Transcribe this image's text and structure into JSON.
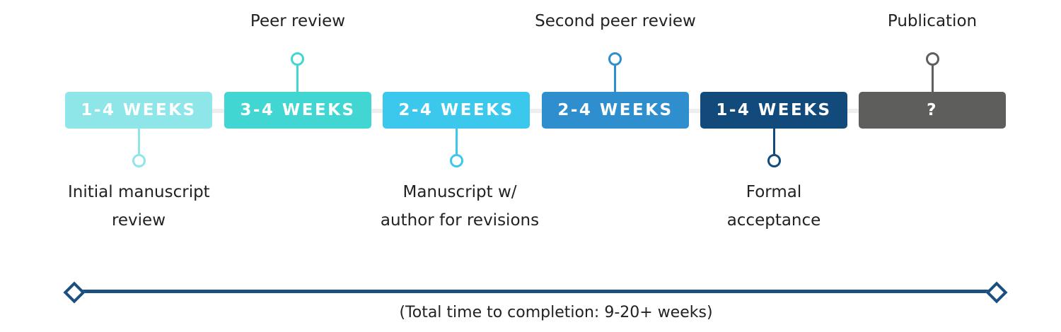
{
  "stages": [
    {
      "duration": "1-4 WEEKS",
      "label": [
        "Initial manuscript",
        "review"
      ],
      "position": "below",
      "color": "#8ee6e9"
    },
    {
      "duration": "3-4 WEEKS",
      "label": [
        "Peer review"
      ],
      "position": "above",
      "color": "#41d6d2"
    },
    {
      "duration": "2-4 WEEKS",
      "label": [
        "Manuscript w/",
        "author for revisions"
      ],
      "position": "below",
      "color": "#3cc8ec"
    },
    {
      "duration": "2-4 WEEKS",
      "label": [
        "Second peer review"
      ],
      "position": "above",
      "color": "#2f8fce"
    },
    {
      "duration": "1-4 WEEKS",
      "label": [
        "Formal",
        "acceptance"
      ],
      "position": "below",
      "color": "#134a7c"
    },
    {
      "duration": "?",
      "label": [
        "Publication"
      ],
      "position": "above",
      "color": "#5e5f5d"
    }
  ],
  "total": {
    "text": "(Total time to completion: 9-20+ weeks)",
    "color": "#1a4f80"
  }
}
